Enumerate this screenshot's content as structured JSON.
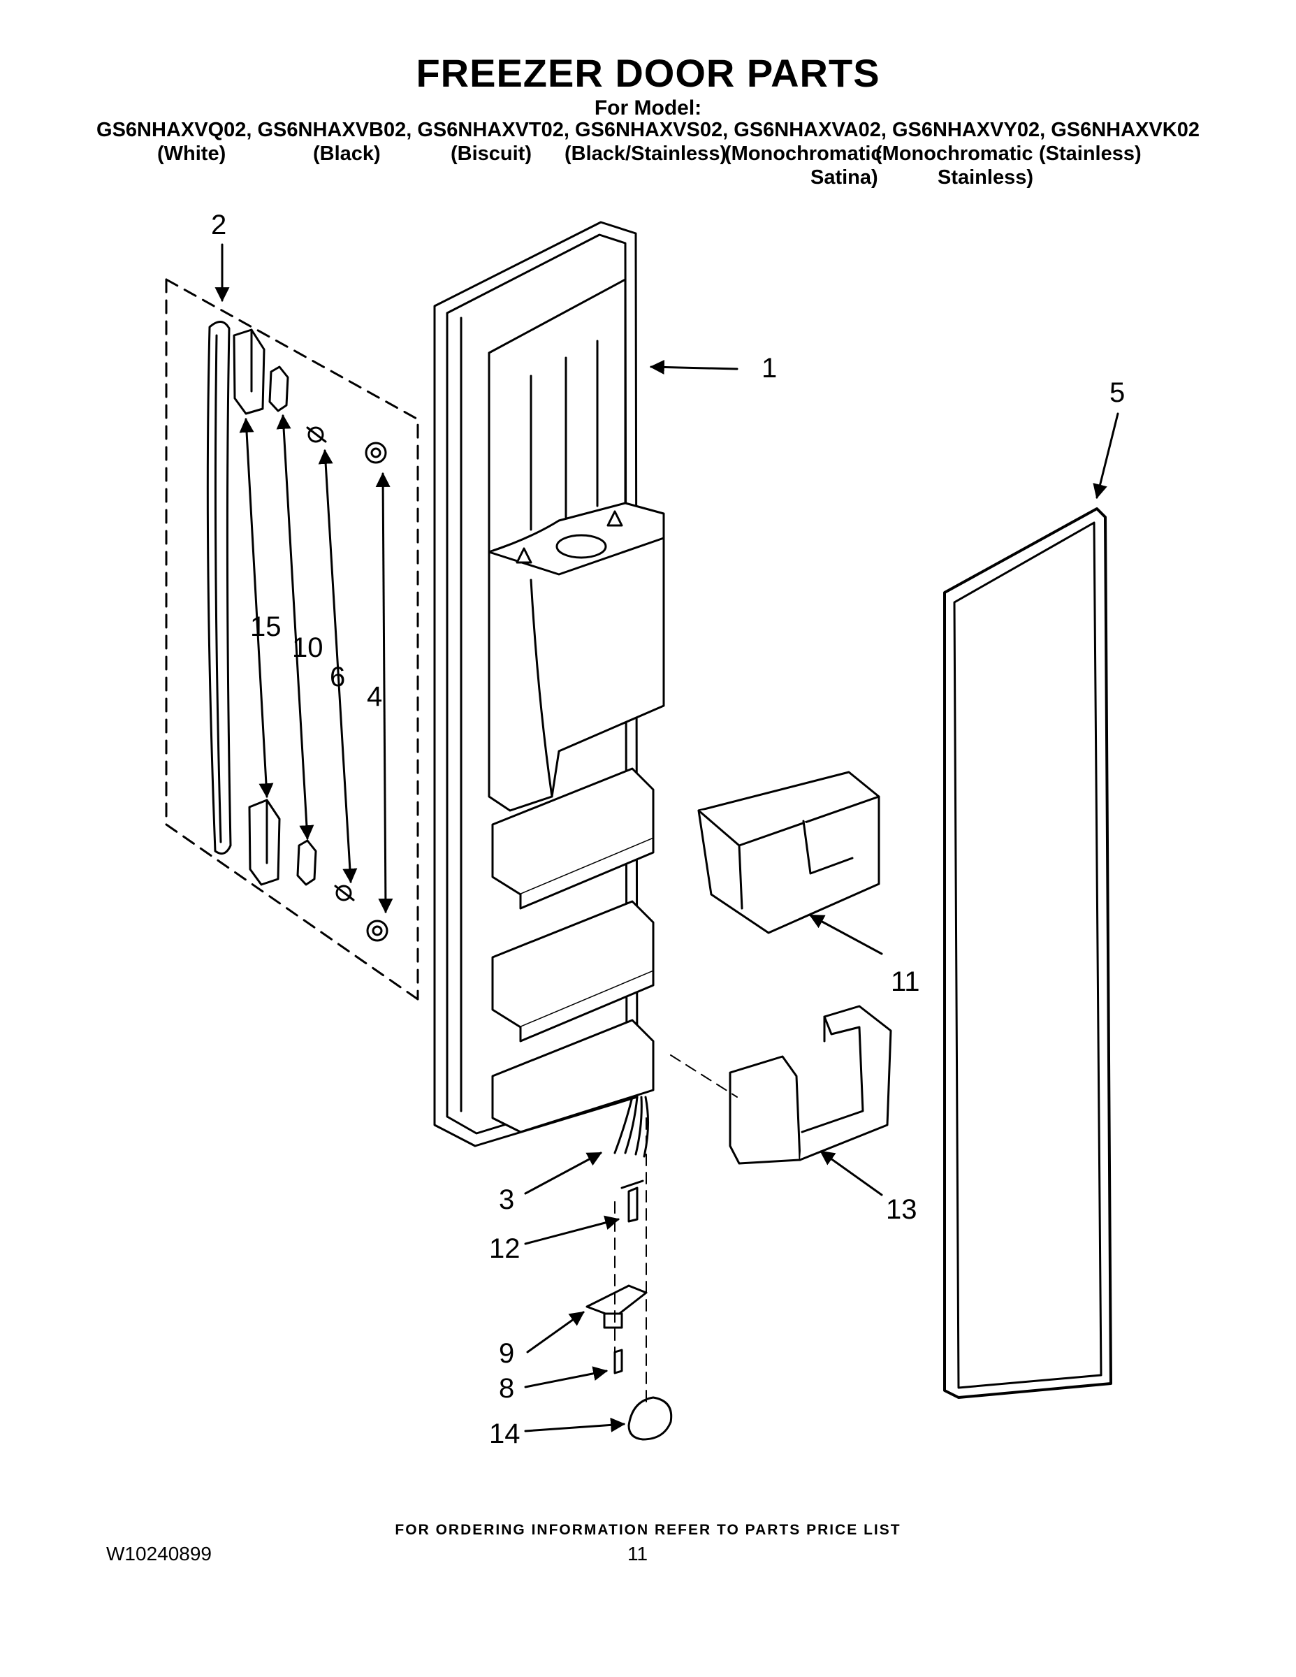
{
  "header": {
    "title": "FREEZER DOOR PARTS",
    "for_model": "For Model:",
    "models": "GS6NHAXVQ02, GS6NHAXVB02, GS6NHAXVT02, GS6NHAXVS02, GS6NHAXVA02, GS6NHAXVY02, GS6NHAXVK02",
    "variants": [
      "(White)",
      "(Black)",
      "(Biscuit)",
      "(Black/Stainless)",
      "(Monochromatic",
      "(Monochromatic",
      "(Stainless)"
    ],
    "variants_line2": [
      "Satina)",
      "Stainless)"
    ]
  },
  "callouts": [
    "1",
    "2",
    "3",
    "4",
    "5",
    "6",
    "8",
    "9",
    "10",
    "11",
    "12",
    "13",
    "14",
    "15"
  ],
  "footer": {
    "ordering_note": "FOR ORDERING INFORMATION REFER TO PARTS PRICE LIST",
    "document_number": "W10240899",
    "page_number": "11"
  }
}
